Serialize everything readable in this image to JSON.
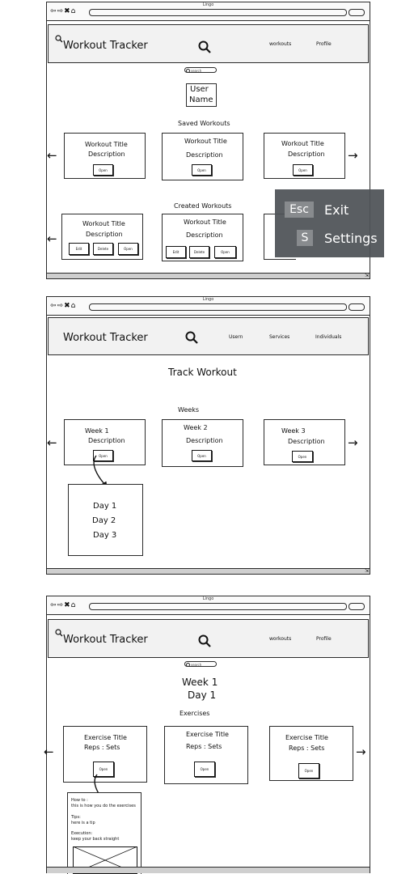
{
  "chrome_title": "Lingo",
  "nav_icons": "⇦⇨✖⌂",
  "app_title": "Workout Tracker",
  "search_placeholder": "search",
  "screen1": {
    "nav": [
      "workouts",
      "Profile"
    ],
    "user_name_line1": "User",
    "user_name_line2": "Name",
    "saved_heading": "Saved Workouts",
    "created_heading": "Created Workouts",
    "card_title": "Workout Title",
    "card_desc": "Description",
    "open": "Open",
    "edit": "Edit",
    "delete": "Delete"
  },
  "overlay": {
    "key1": "Esc",
    "label1": "Exit",
    "key2": "S",
    "label2": "Settings"
  },
  "screen2": {
    "nav": [
      "Usern",
      "Services",
      "Individuals"
    ],
    "heading": "Track Workout",
    "weeks_label": "Weeks",
    "weeks": [
      "Week 1",
      "Week 2",
      "Week 3"
    ],
    "desc": "Description",
    "open": "Open",
    "days": [
      "Day 1",
      "Day 2",
      "Day 3"
    ]
  },
  "screen3": {
    "nav": [
      "workouts",
      "Profile"
    ],
    "heading1": "Week 1",
    "heading2": "Day 1",
    "exercises_label": "Exercises",
    "ex_title": "Exercise Title",
    "reps": "Reps : Sets",
    "open": "Open",
    "howto_label": "How to :",
    "howto_text": "this is how you do the exercises",
    "tips_label": "Tips:",
    "tips_text": "here is a tip",
    "exec_label": "Execution:",
    "exec_text": "keep your back straight"
  }
}
